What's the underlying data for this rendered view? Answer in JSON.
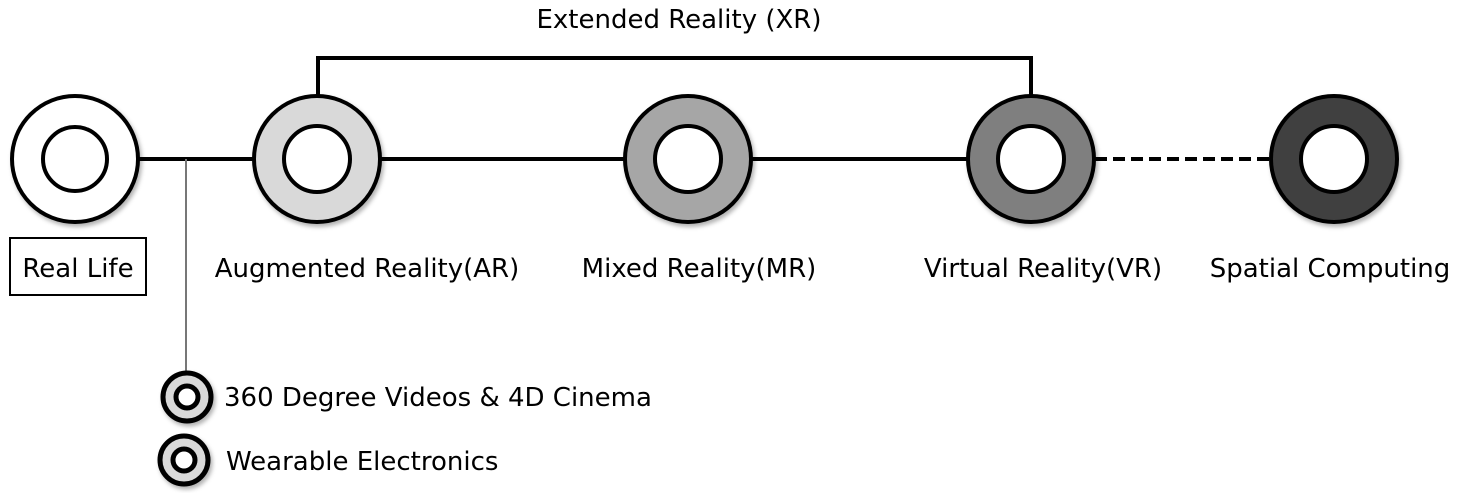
{
  "title": "Extended Reality (XR)",
  "stages": [
    {
      "label": "Real Life",
      "fill": "#ffffff",
      "boxed": true
    },
    {
      "label": "Augmented Reality(AR)",
      "fill": "#d9d9d9"
    },
    {
      "label": "Mixed Reality(MR)",
      "fill": "#a6a6a6"
    },
    {
      "label": "Virtual Reality(VR)",
      "fill": "#7f7f7f"
    },
    {
      "label": "Spatial Computing",
      "fill": "#404040"
    }
  ],
  "sub_items": [
    {
      "label": "360 Degree Videos & 4D Cinema",
      "fill": "#d9d9d9"
    },
    {
      "label": "Wearable Electronics",
      "fill": "#d9d9d9"
    }
  ]
}
